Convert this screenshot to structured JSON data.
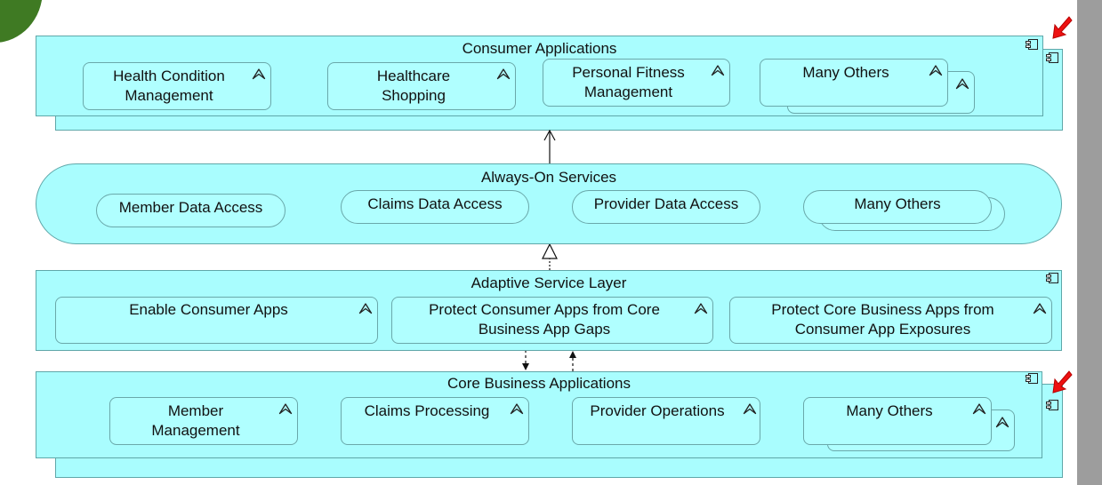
{
  "colors": {
    "fill": "#a9fdfe",
    "border": "#5fa7a9",
    "annotation": "#ee1111",
    "scrollbar": "#9d9d9d",
    "corner_shape": "#3f7a23"
  },
  "consumer_layer": {
    "title": "Consumer Applications",
    "items": [
      {
        "label_line1": "Health Condition",
        "label_line2": "Management"
      },
      {
        "label_line1": "Healthcare",
        "label_line2": "Shopping"
      },
      {
        "label_line1": "Personal Fitness",
        "label_line2": "Management"
      },
      {
        "label_line1": "Many Others",
        "label_line2": ""
      }
    ]
  },
  "services_layer": {
    "title": "Always-On Services",
    "items": [
      {
        "label": "Member Data Access"
      },
      {
        "label": "Claims Data Access"
      },
      {
        "label": "Provider Data Access"
      },
      {
        "label": "Many Others"
      }
    ]
  },
  "adaptive_layer": {
    "title": "Adaptive Service Layer",
    "items": [
      {
        "label_line1": "Enable Consumer Apps",
        "label_line2": ""
      },
      {
        "label_line1": "Protect Consumer Apps from Core",
        "label_line2": "Business App Gaps"
      },
      {
        "label_line1": "Protect Core Business Apps from",
        "label_line2": "Consumer App Exposures"
      }
    ]
  },
  "core_layer": {
    "title": "Core Business Applications",
    "items": [
      {
        "label_line1": "Member",
        "label_line2": "Management"
      },
      {
        "label_line1": "Claims Processing",
        "label_line2": ""
      },
      {
        "label_line1": "Provider Operations",
        "label_line2": ""
      },
      {
        "label_line1": "Many Others",
        "label_line2": ""
      }
    ]
  },
  "icons": {
    "component": "component-icon",
    "function": "function-chevron-icon",
    "annotation": "red-arrow-icon"
  }
}
